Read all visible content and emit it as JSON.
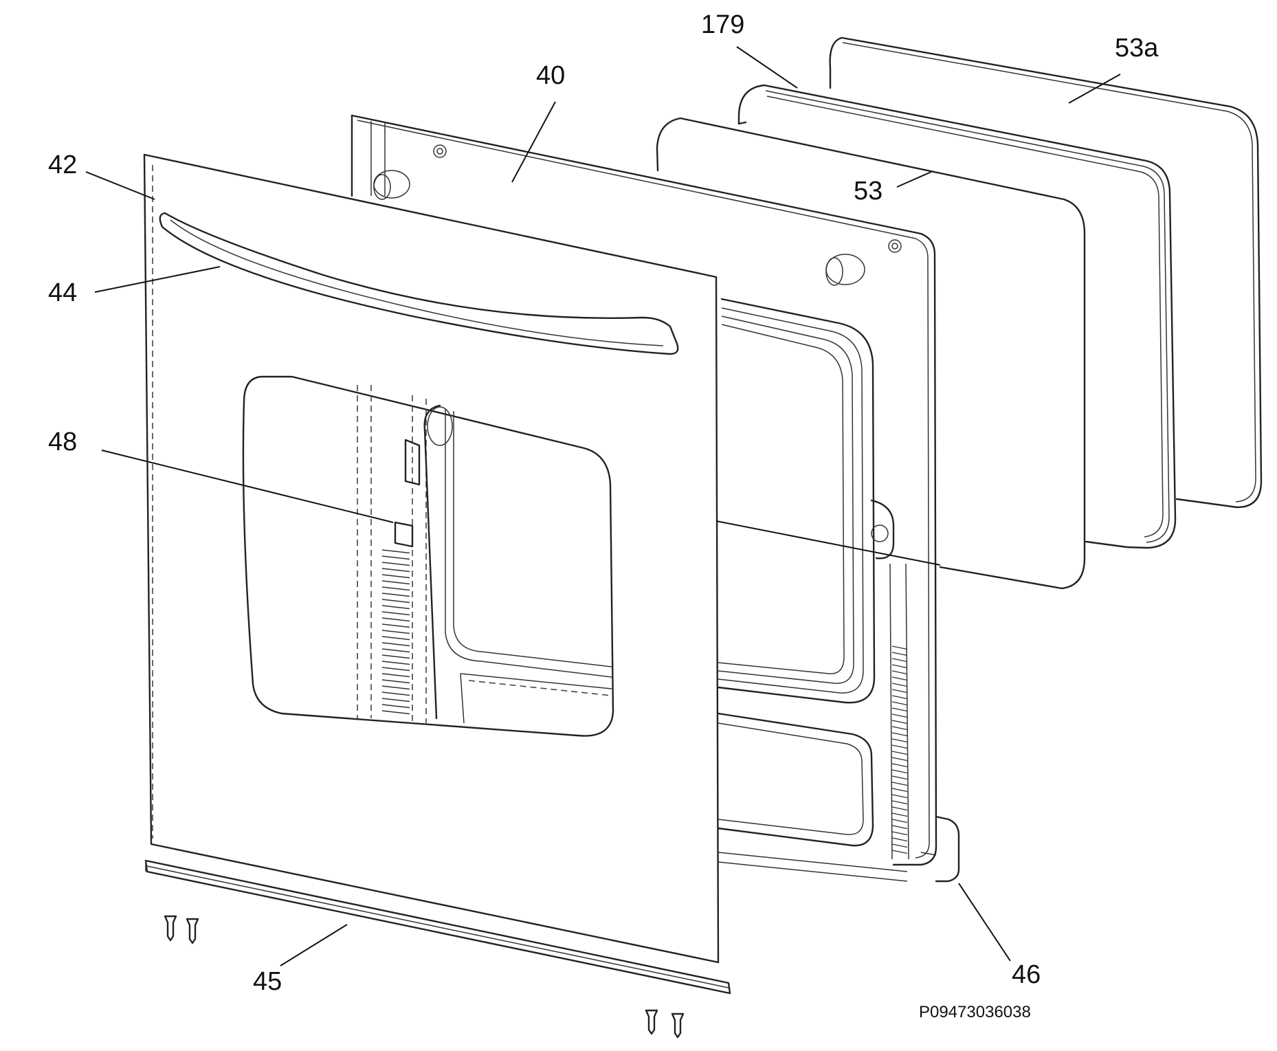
{
  "callouts": {
    "c179": "179",
    "c53a": "53a",
    "c40": "40",
    "c42": "42",
    "c53": "53",
    "c44": "44",
    "c48": "48",
    "c45": "45",
    "c46": "46"
  },
  "drawing_code": "P09473036038"
}
